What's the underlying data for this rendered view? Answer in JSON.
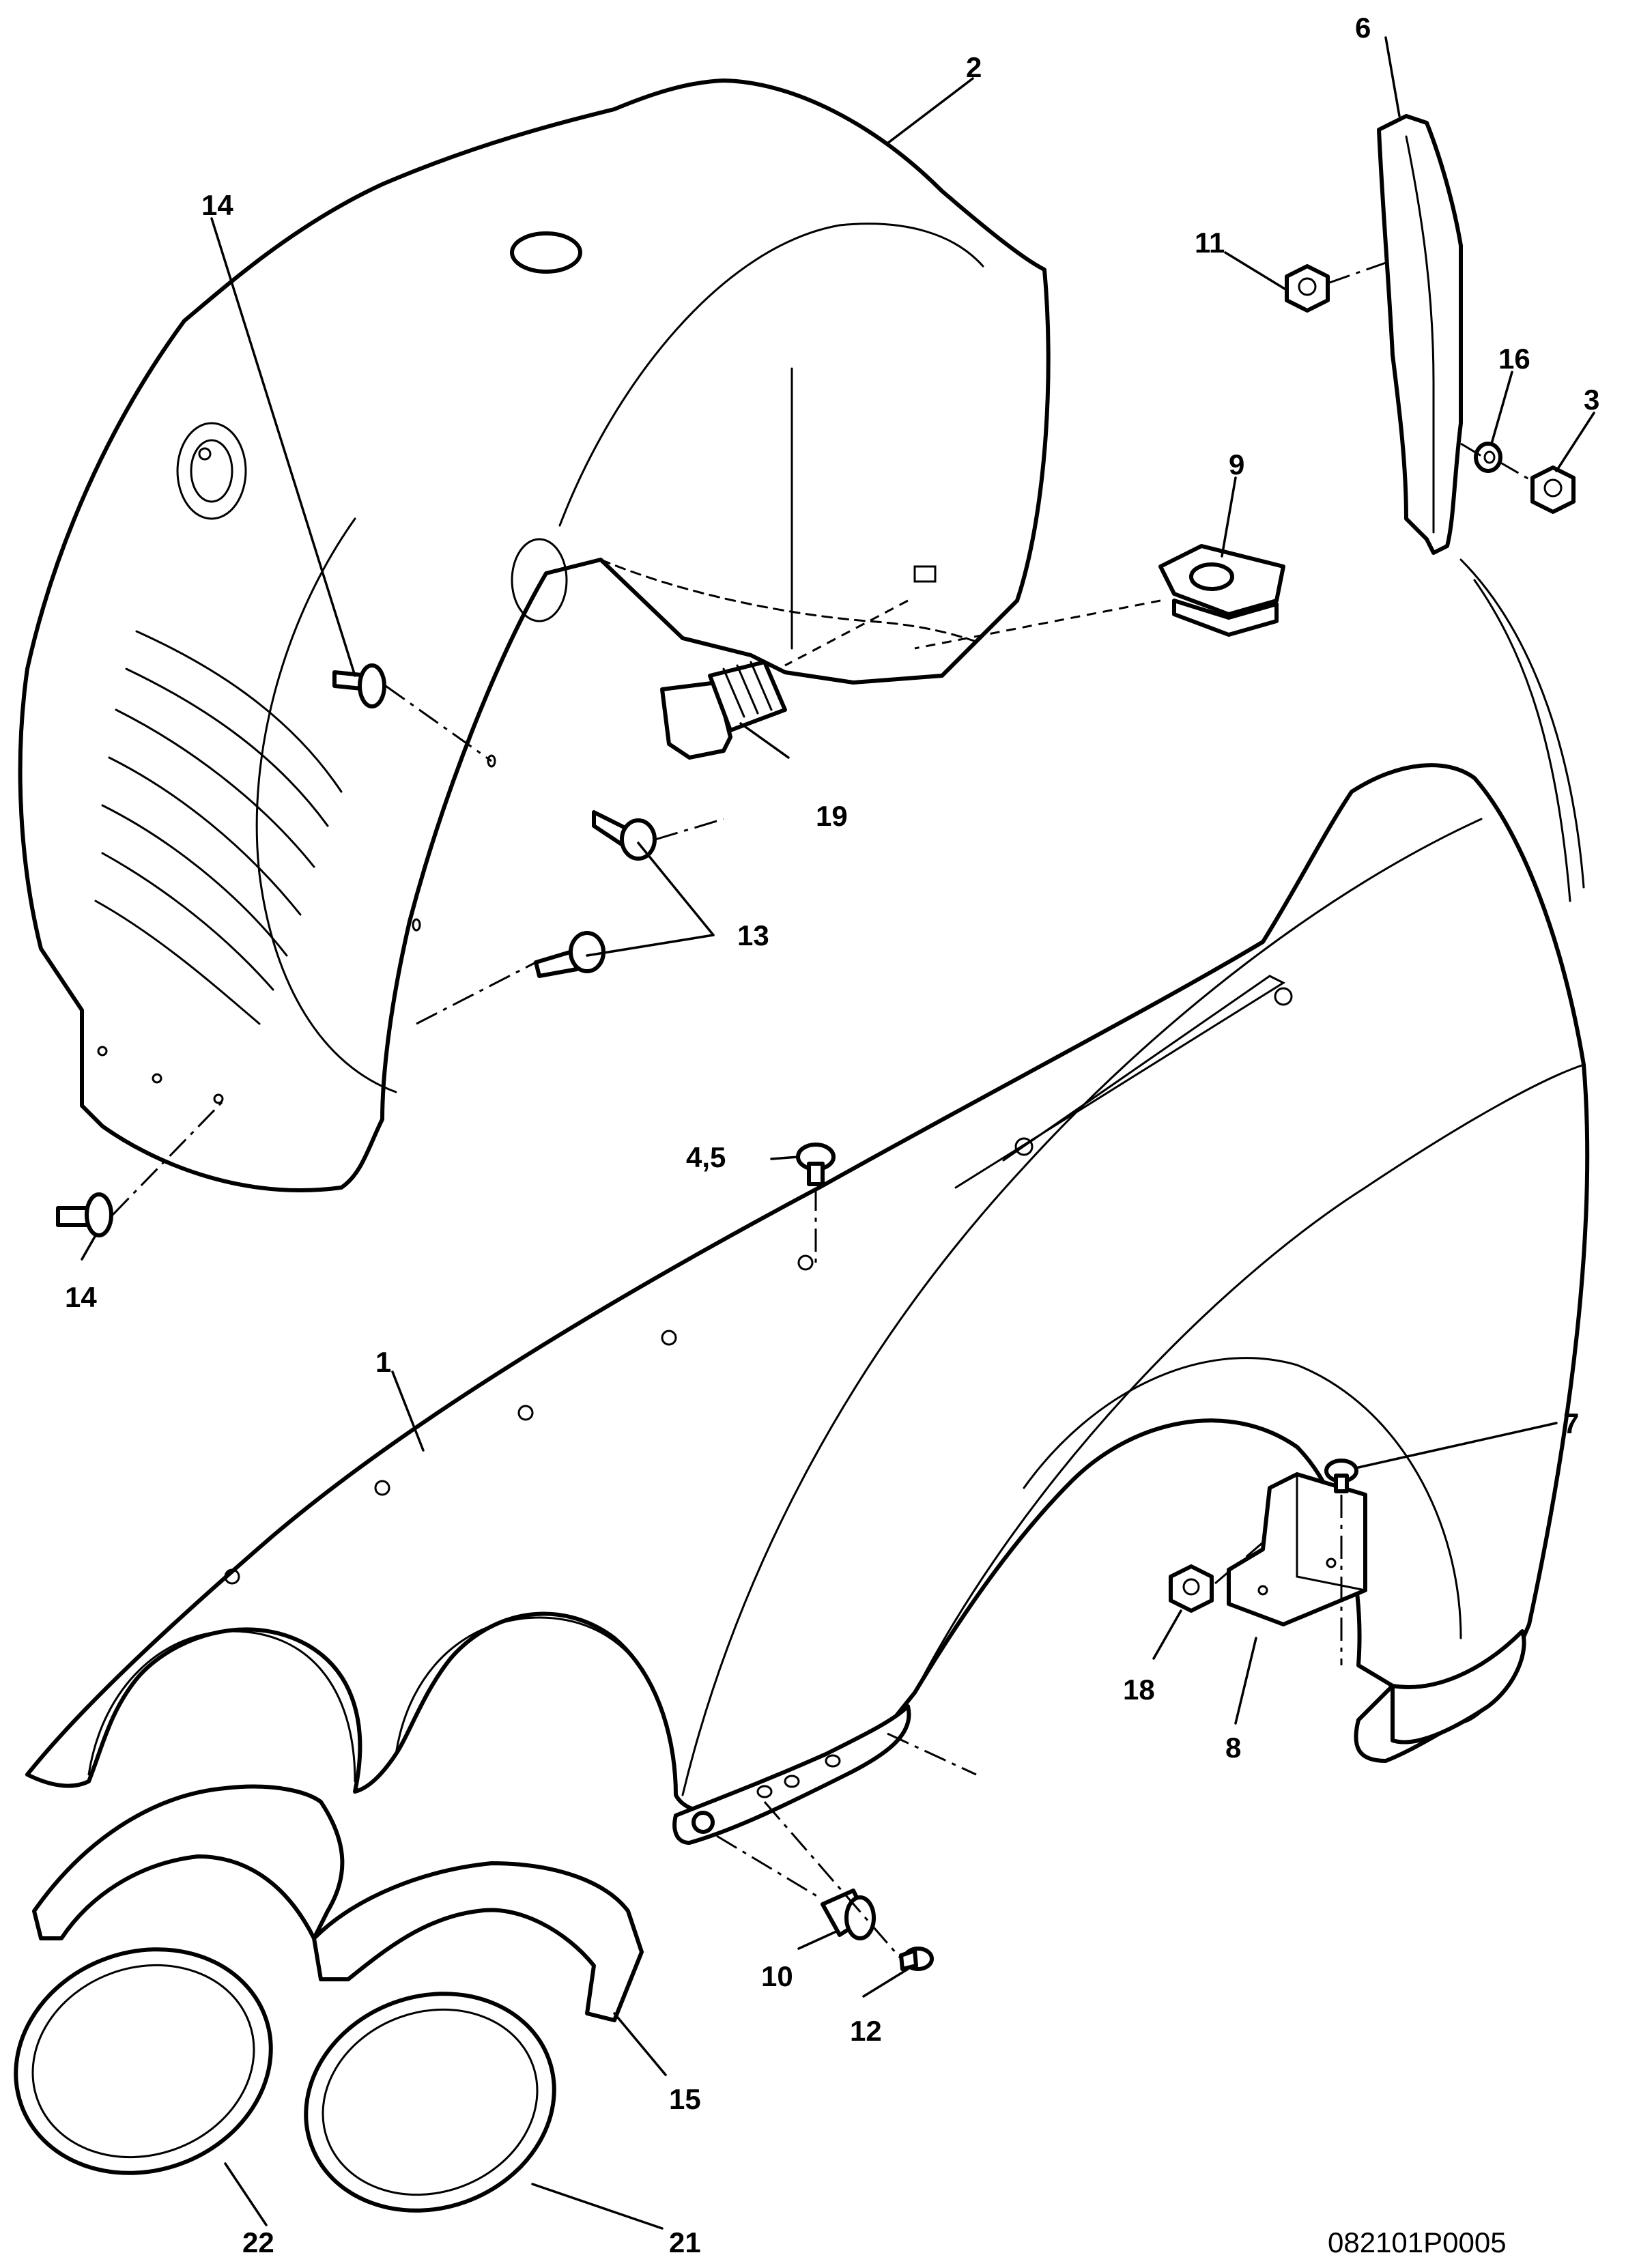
{
  "diagram": {
    "drawing_code": "082101P0005",
    "callouts": [
      {
        "id": "c1",
        "text": "1"
      },
      {
        "id": "c2",
        "text": "2"
      },
      {
        "id": "c3",
        "text": "3"
      },
      {
        "id": "c45",
        "text": "4,5"
      },
      {
        "id": "c6",
        "text": "6"
      },
      {
        "id": "c7",
        "text": "7"
      },
      {
        "id": "c8",
        "text": "8"
      },
      {
        "id": "c9",
        "text": "9"
      },
      {
        "id": "c10",
        "text": "10"
      },
      {
        "id": "c11",
        "text": "11"
      },
      {
        "id": "c12",
        "text": "12"
      },
      {
        "id": "c13",
        "text": "13"
      },
      {
        "id": "c14a",
        "text": "14"
      },
      {
        "id": "c14b",
        "text": "14"
      },
      {
        "id": "c15",
        "text": "15"
      },
      {
        "id": "c16",
        "text": "16"
      },
      {
        "id": "c18",
        "text": "18"
      },
      {
        "id": "c19",
        "text": "19"
      },
      {
        "id": "c21",
        "text": "21"
      },
      {
        "id": "c22",
        "text": "22"
      }
    ]
  }
}
